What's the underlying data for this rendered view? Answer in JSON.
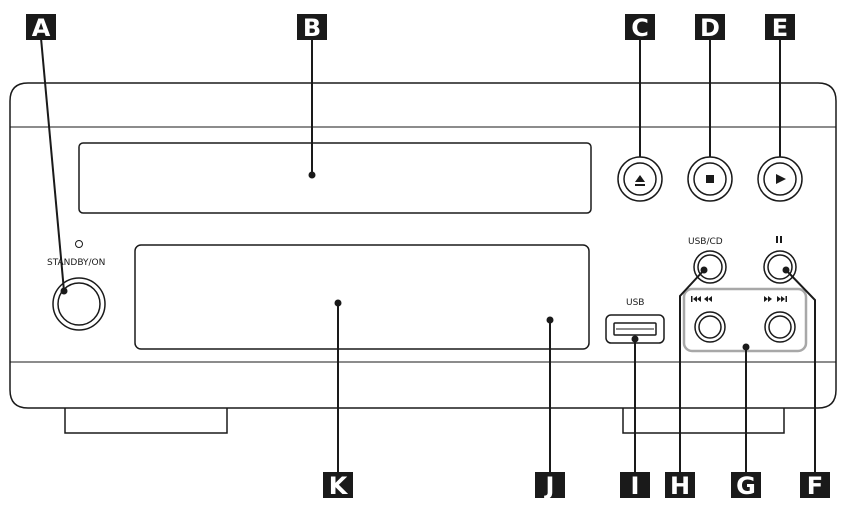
{
  "device": {
    "standby_label": "STANDBY/ON",
    "standby_indicator": "O",
    "usb_label": "USB",
    "usb_cd_label": "USB/CD",
    "pause_symbol": "II",
    "skip_back_symbol": "I◀◀ ◀◀",
    "skip_forward_symbol": "▶▶ ▶▶I",
    "eject_symbol": "⏏",
    "stop_symbol": "■",
    "play_symbol": "▶"
  },
  "callouts": [
    "A",
    "B",
    "C",
    "D",
    "E",
    "F",
    "G",
    "H",
    "I",
    "J",
    "K"
  ]
}
